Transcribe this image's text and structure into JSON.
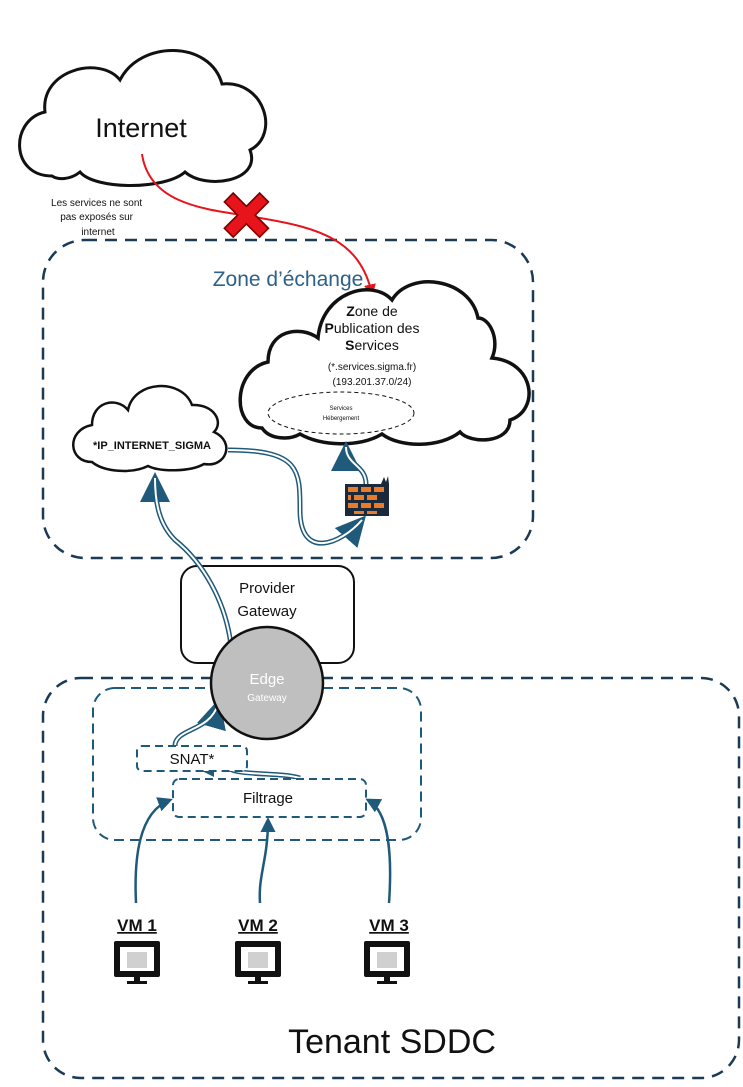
{
  "internet": {
    "label": "Internet",
    "note_lines": [
      "Les services ne sont",
      "pas exposés sur",
      "internet"
    ]
  },
  "zone_echange": {
    "title": "Zone d’échange",
    "zps": {
      "line1_initial": "Z",
      "line1_rest": "one  de",
      "line2_initial": "P",
      "line2_rest": "ublication des",
      "line3_initial": "S",
      "line3_rest": "ervices",
      "domain": "(*.services.sigma.fr)",
      "network": "(193.201.37.0/24)",
      "services_line1": "Services",
      "services_line2": "Hébergement"
    },
    "ip_cloud": "*IP_INTERNET_SIGMA"
  },
  "provider_gateway": {
    "line1": "Provider",
    "line2": "Gateway"
  },
  "edge": {
    "label": "Edge",
    "sub": "Gateway"
  },
  "snat": "SNAT*",
  "filtrage": "Filtrage",
  "vms": [
    "VM 1",
    "VM 2",
    "VM 3"
  ],
  "tenant": "Tenant SDDC",
  "colors": {
    "dashed_border": "#1b3a56",
    "arrow": "#1f5a7a",
    "zone_title": "#2e6189",
    "red": "#e8141c",
    "edge_fill": "#bfbfbf",
    "firewall": "#e87c2a"
  }
}
